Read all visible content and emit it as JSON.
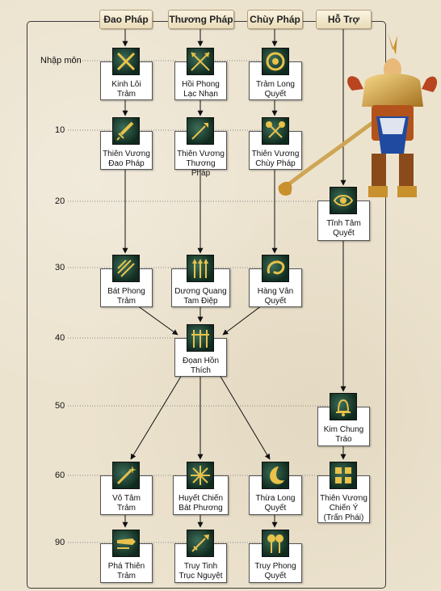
{
  "tabs": {
    "dao": "Đao Pháp",
    "thuong": "Thương Pháp",
    "chuy": "Chùy Pháp",
    "hotro": "Hỗ Trợ"
  },
  "levels": {
    "l0": "Nhập môn",
    "l10": "10",
    "l20": "20",
    "l30": "30",
    "l40": "40",
    "l50": "50",
    "l60": "60",
    "l90": "90"
  },
  "skills": {
    "kinh_loi_tram": "Kinh Lôi\nTrảm",
    "hoi_phong_lac_nhan": "Hồi Phong\nLạc Nhạn",
    "tram_long_quyet": "Trảm Long\nQuyết",
    "thien_vuong_dao_phap": "Thiên Vương\nĐao Pháp",
    "thien_vuong_thuong_phap": "Thiên Vương\nThương Pháp",
    "thien_vuong_chuy_phap": "Thiên Vương\nChùy Pháp",
    "tinh_tam_quyet": "Tĩnh Tâm\nQuyết",
    "bat_phong_tram": "Bát Phong\nTrảm",
    "duong_quang_tam_diep": "Dương Quang\nTam Điệp",
    "hang_van_quyet": "Hàng Vân\nQuyết",
    "doan_hon_thich": "Đọan Hồn\nThích",
    "kim_chung_trao": "Kim Chung\nTráo",
    "vo_tam_tram": "Vô Tâm\nTrảm",
    "huyet_chien_bat_phuong": "Huyết Chiến\nBát Phương",
    "thua_long_quyet": "Thừa Long\nQuyết",
    "thien_vuong_chien_y": "Thiên Vương\nChiến Ý\n(Trấn Phái)",
    "pha_thien_tram": "Phá Thiên\nTrảm",
    "truy_tinh_truc_nguyet": "Truy Tinh\nTrục Nguyệt",
    "truy_phong_quyet": "Truy Phong\nQuyết"
  },
  "icons": {
    "kinh_loi_tram": "crossed-swords-icon",
    "hoi_phong_lac_nhan": "crossed-spears-icon",
    "tram_long_quyet": "sun-disc-icon",
    "thien_vuong_dao_phap": "sword-icon",
    "thien_vuong_thuong_phap": "spear-icon",
    "thien_vuong_chuy_phap": "crossed-maces-icon",
    "tinh_tam_quyet": "eye-icon",
    "bat_phong_tram": "slash-icon",
    "duong_quang_tam_diep": "triple-arrows-icon",
    "hang_van_quyet": "swirl-icon",
    "doan_hon_thich": "tridents-icon",
    "kim_chung_trao": "bell-icon",
    "vo_tam_tram": "sparkle-sword-icon",
    "huyet_chien_bat_phuong": "eight-arrows-icon",
    "thua_long_quyet": "crescent-moon-icon",
    "thien_vuong_chien_y": "mosaic-icon",
    "pha_thien_tram": "broad-blade-icon",
    "truy_tinh_truc_nguyet": "comet-icon",
    "truy_phong_quyet": "twin-maces-icon"
  },
  "colors": {
    "icon_gold": "#e8c24a",
    "icon_bg": "#1e4535"
  }
}
